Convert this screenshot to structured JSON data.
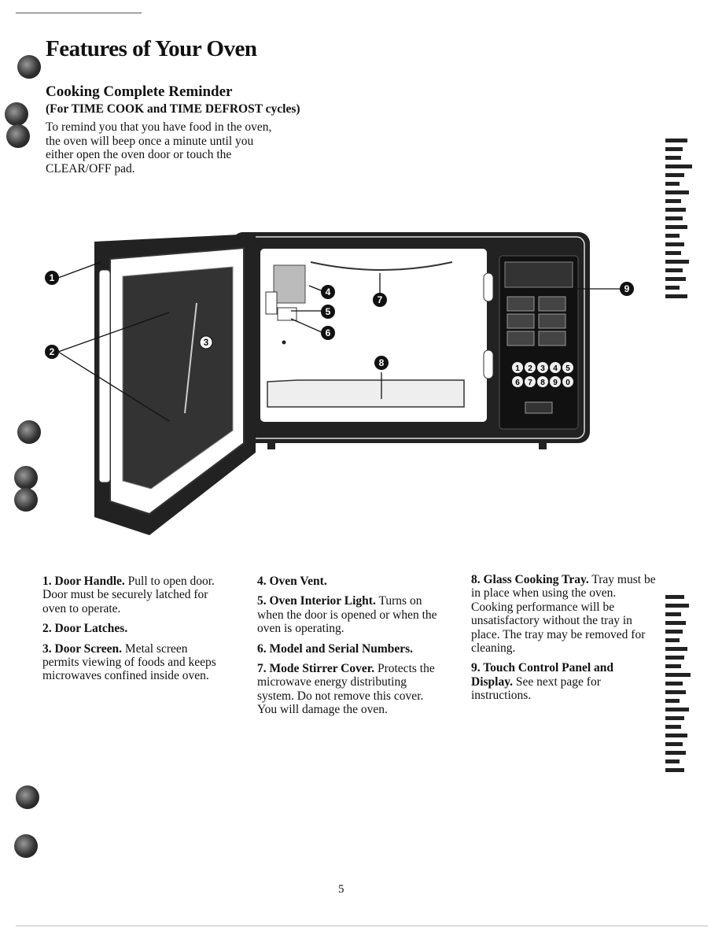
{
  "page": {
    "title": "Features of Your Oven",
    "page_number": "5"
  },
  "reminder": {
    "heading": "Cooking Complete Reminder",
    "subheading": "(For TIME COOK and TIME DEFROST cycles)",
    "text": "To remind you that you have food in the oven, the oven will beep once a minute until you either open the oven door or touch the CLEAR/OFF pad."
  },
  "figure": {
    "callouts": [
      "1",
      "2",
      "3",
      "4",
      "5",
      "6",
      "7",
      "8",
      "9"
    ],
    "keypad_digits": [
      "1",
      "2",
      "3",
      "4",
      "5",
      "6",
      "7",
      "8",
      "9",
      "0"
    ]
  },
  "features": [
    {
      "title": "1. Door Handle.",
      "text": "Pull to open door. Door must be securely latched for oven to operate."
    },
    {
      "title": "2. Door Latches.",
      "text": ""
    },
    {
      "title": "3. Door Screen.",
      "text": "Metal screen permits viewing of foods and keeps microwaves confined inside oven."
    },
    {
      "title": "4. Oven Vent.",
      "text": ""
    },
    {
      "title": "5. Oven Interior Light.",
      "text": "Turns on when the door is opened or when the oven is operating."
    },
    {
      "title": "6. Model and Serial Numbers.",
      "text": ""
    },
    {
      "title": "7. Mode Stirrer Cover.",
      "text": "Protects the microwave energy distributing system. Do not remove this cover. You will damage the oven."
    },
    {
      "title": "8. Glass Cooking Tray.",
      "text": "Tray must be in place when using the oven. Cooking performance will be unsatisfactory without the tray in place. The tray may be removed for cleaning."
    },
    {
      "title": "9. Touch Control Panel and Display.",
      "text": "See next page for instructions."
    }
  ]
}
